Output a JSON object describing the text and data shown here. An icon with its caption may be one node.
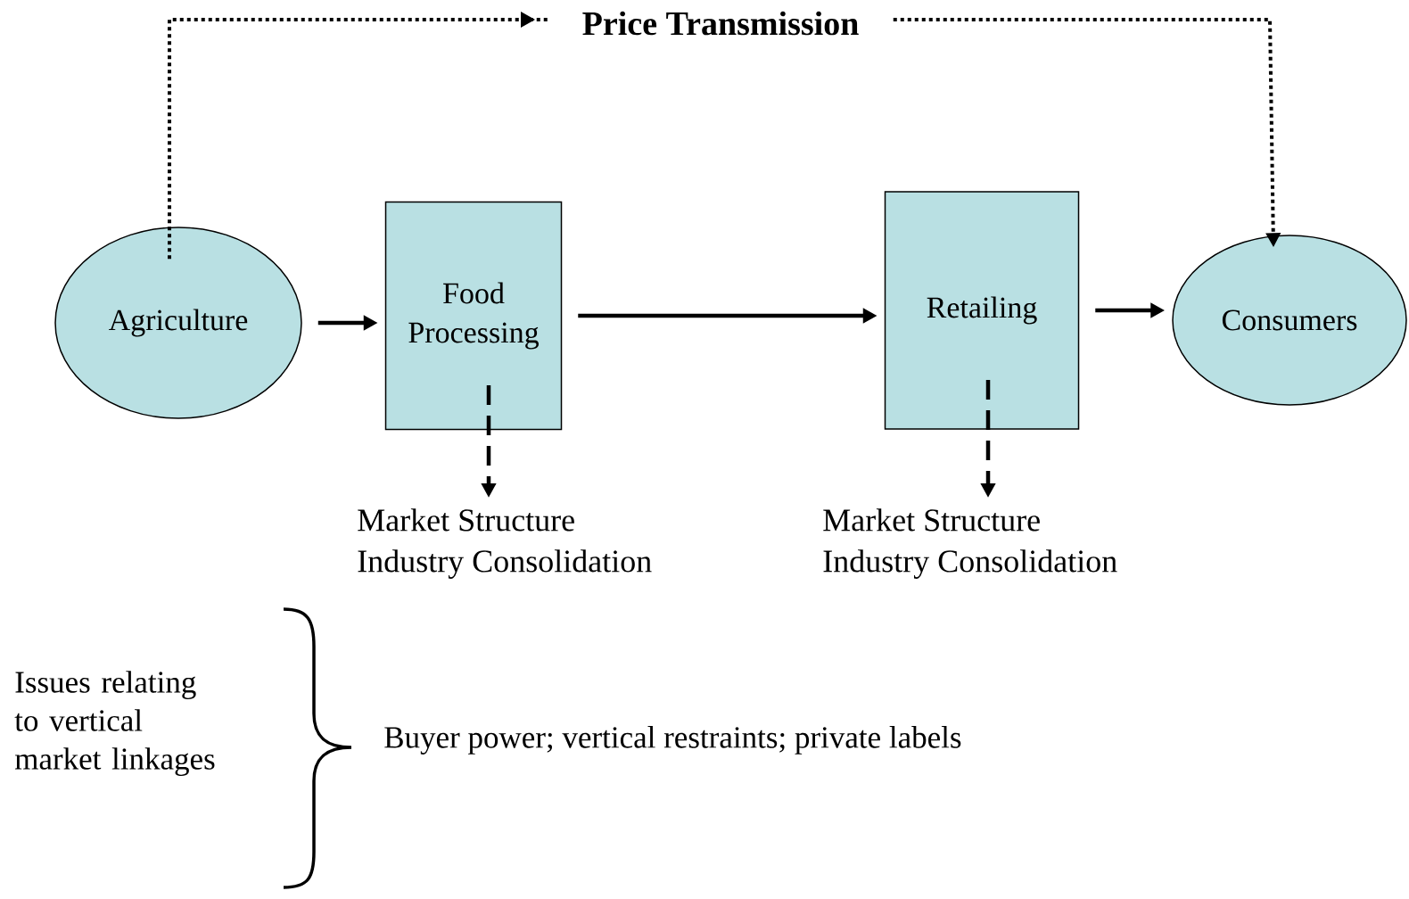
{
  "diagram": {
    "nodes": [
      {
        "text": [
          "Agriculture"
        ]
      },
      {
        "text": [
          "Food Processing"
        ]
      },
      {
        "text": [
          "Retailing"
        ]
      },
      {
        "text": [
          "Consumers"
        ]
      },
      {
        "text": [
          "Market Structure",
          "Industry Consolidation"
        ]
      },
      {
        "text": [
          "Market Structure",
          "Industry Consolidation"
        ]
      }
    ],
    "edges": [
      {
        "from": 0,
        "to": 1,
        "arrow": "to"
      },
      {
        "from": 1,
        "to": 2,
        "arrow": "to"
      },
      {
        "from": 2,
        "to": 3,
        "arrow": "to"
      },
      {
        "from": 1,
        "to": 4,
        "arrow": "to",
        "style": "dashed"
      },
      {
        "from": 2,
        "to": 5,
        "arrow": "to",
        "style": "dashed"
      },
      {
        "from": 0,
        "to": 3,
        "arrow": "to",
        "style": "dashed",
        "label": "Price Transmission"
      }
    ],
    "labels": [
      "Issues relating to vertical market linkages",
      "Buyer power; vertical restraints; private labels"
    ]
  }
}
